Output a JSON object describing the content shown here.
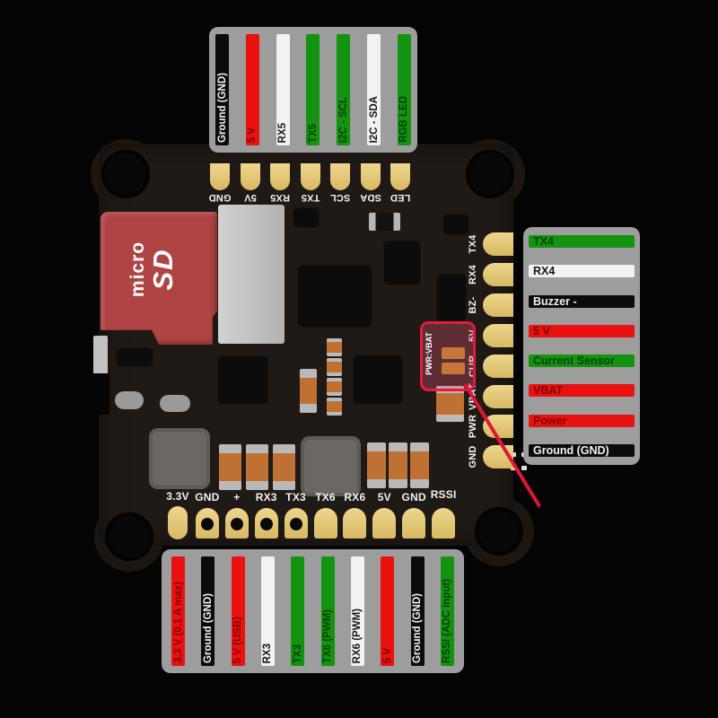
{
  "legend_top": {
    "items": [
      {
        "label": "Ground (GND)",
        "bar": "black"
      },
      {
        "label": "5 V",
        "bar": "red"
      },
      {
        "label": "RX5",
        "bar": "white"
      },
      {
        "label": "TX5",
        "bar": "green"
      },
      {
        "label": "I2C - SCL",
        "bar": "green"
      },
      {
        "label": "I2C - SDA",
        "bar": "white"
      },
      {
        "label": "RGB LED",
        "bar": "green"
      }
    ]
  },
  "legend_right": {
    "items": [
      {
        "label": "TX4",
        "bar": "green"
      },
      {
        "label": "RX4",
        "bar": "white"
      },
      {
        "label": "Buzzer -",
        "bar": "black"
      },
      {
        "label": "5 V",
        "bar": "red"
      },
      {
        "label": "Current Sensor",
        "bar": "green"
      },
      {
        "label": "VBAT",
        "bar": "red"
      },
      {
        "label": "Power",
        "bar": "red"
      },
      {
        "label": "Ground (GND)",
        "bar": "black"
      }
    ]
  },
  "legend_bottom": {
    "items": [
      {
        "label": "3.3 V (0.1 A max)",
        "bar": "red"
      },
      {
        "label": "Ground (GND)",
        "bar": "black"
      },
      {
        "label": "5 V (USB)",
        "bar": "red"
      },
      {
        "label": "RX3",
        "bar": "white"
      },
      {
        "label": "TX3",
        "bar": "green"
      },
      {
        "label": "TX6 (PWM)",
        "bar": "green"
      },
      {
        "label": "RX6 (PWM)",
        "bar": "white"
      },
      {
        "label": "5 V",
        "bar": "red"
      },
      {
        "label": "Ground (GND)",
        "bar": "black"
      },
      {
        "label": "RSSI (ADC input)",
        "bar": "green"
      }
    ]
  },
  "board": {
    "top_pins": [
      "GND",
      "5V",
      "RX5",
      "TX5",
      "SCL",
      "SDA",
      "LED"
    ],
    "right_pins": [
      "TX4",
      "RX4",
      "BZ-",
      "5V",
      "CUR",
      "VBAT",
      "PWR",
      "GND"
    ],
    "bottom_pins": [
      {
        "label": "3.3V",
        "type": "pill"
      },
      {
        "label": "GND",
        "type": "hole"
      },
      {
        "label": "+",
        "type": "hole"
      },
      {
        "label": "RX3",
        "type": "hole"
      },
      {
        "label": "TX3",
        "type": "hole"
      },
      {
        "label": "TX6",
        "type": "flat"
      },
      {
        "label": "RX6",
        "type": "flat"
      },
      {
        "label": "5V",
        "type": "flat"
      },
      {
        "label": "GND",
        "type": "flat"
      },
      {
        "label": "RSSI",
        "type": "flat"
      }
    ],
    "sd_card": {
      "line1": "micro",
      "line2": "SD"
    },
    "highlight": {
      "label": "PWR:VBAT"
    }
  },
  "colors": {
    "background": "#040404",
    "board": "#201a16",
    "pad_gold": "#e0c272",
    "legend_bg": "#9d9d9d",
    "sd_card_red": "#b04343",
    "highlight_red": "#e61a3e",
    "arrow_red": "#e31535",
    "bar_styles": {
      "black": {
        "bg": "#0b0b0b",
        "text": "#f2f2f2"
      },
      "red": {
        "bg": "#ea1111",
        "text": "#7e0505"
      },
      "white": {
        "bg": "#f2f2f2",
        "text": "#151515"
      },
      "green": {
        "bg": "#13930f",
        "text": "#06430a"
      }
    }
  }
}
